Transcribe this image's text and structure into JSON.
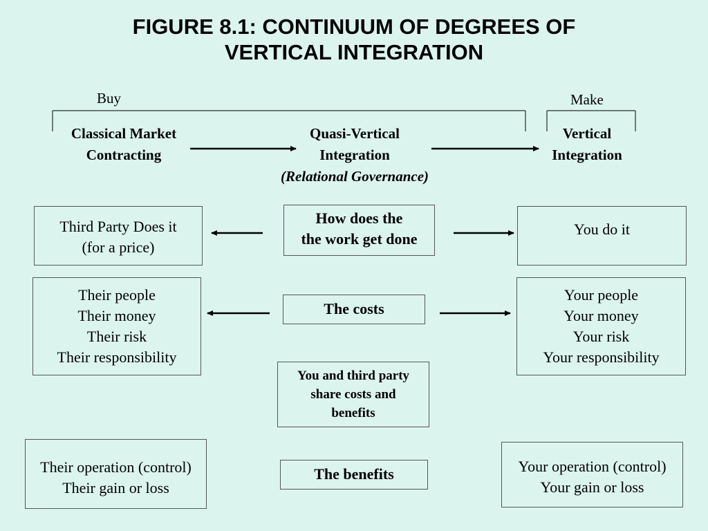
{
  "title": {
    "line1": "FIGURE 8.1:  CONTINUUM OF DEGREES OF",
    "line2": "VERTICAL INTEGRATION"
  },
  "scale": {
    "buy": "Buy",
    "make": "Make"
  },
  "continuum": {
    "classical": [
      "Classical Market",
      "Contracting"
    ],
    "quasi": [
      "Quasi-Vertical",
      "Integration",
      "(Relational Governance)"
    ],
    "vertical": [
      "Vertical",
      "Integration"
    ]
  },
  "center": {
    "how": [
      "How does the",
      "the work get done"
    ],
    "costs": "The costs",
    "share": [
      "You and third party",
      "share costs and",
      "benefits"
    ],
    "benefits": "The benefits"
  },
  "left": {
    "work": [
      "Third Party Does it",
      "(for a price)"
    ],
    "costs": [
      "Their people",
      "Their money",
      "Their risk",
      "Their responsibility"
    ],
    "benefits": [
      "Their operation (control)",
      "Their gain or loss"
    ]
  },
  "right": {
    "work": "You do it",
    "costs": [
      "Your people",
      "Your money",
      "Your risk",
      "Your responsibility"
    ],
    "benefits": [
      "Your operation (control)",
      "Your gain or loss"
    ]
  }
}
